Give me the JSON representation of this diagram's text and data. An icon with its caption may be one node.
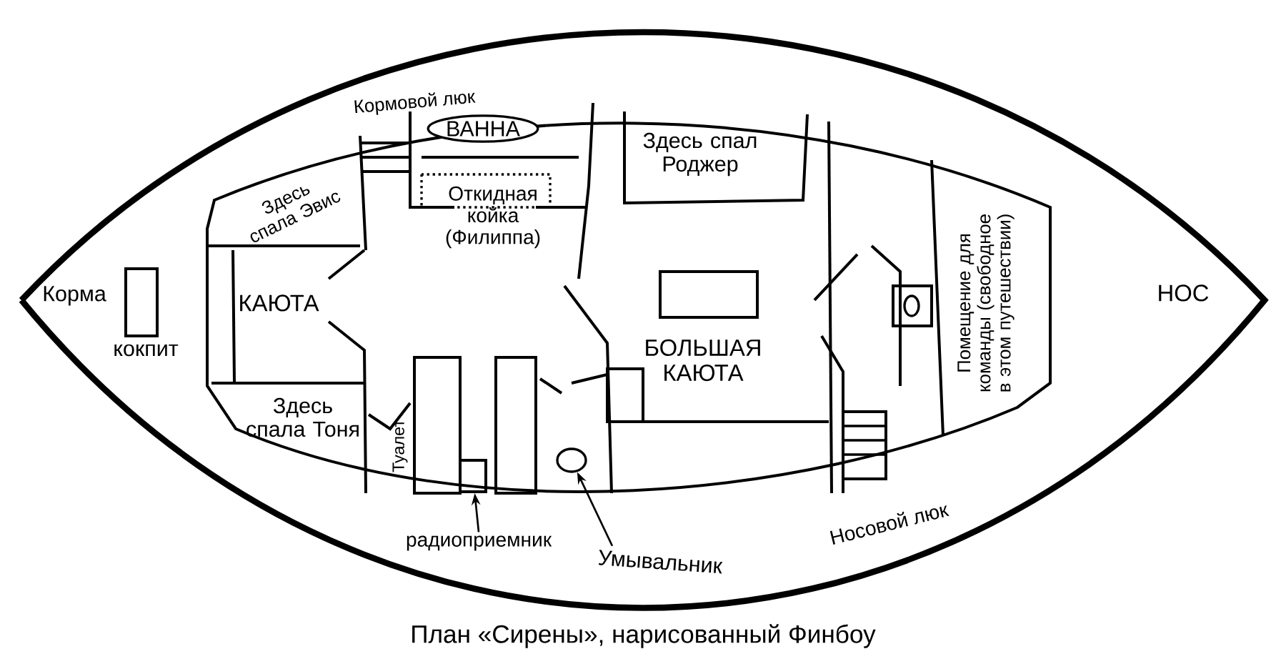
{
  "diagram": {
    "caption": "План «Сирены», нарисованный Финбоу",
    "nodes": [
      {
        "text": [
          "ВАННА"
        ]
      },
      {
        "text": [
          "радиоприемник"
        ]
      },
      {
        "text": [],
        "shape": "box"
      },
      {
        "text": [
          "Умывальник"
        ]
      },
      {
        "text": [],
        "shape": "circle"
      }
    ],
    "edges": [
      {
        "from": 1,
        "to": 2,
        "arrow": "to"
      },
      {
        "from": 3,
        "to": 4,
        "arrow": "to"
      }
    ],
    "labels": [
      "Кормовой люк",
      "Здесь спала Эвис",
      "Откидная койка (Филиппа)",
      "Здесь спал Роджер",
      "Корма",
      "КАЮТА",
      "кокпит",
      "БОЛЬШАЯ КАЮТА",
      "Помещение для команды (свободное в этом путешествии)",
      "НОС",
      "Здесь спала Тоня",
      "Туалет",
      "Носовой люк"
    ]
  }
}
